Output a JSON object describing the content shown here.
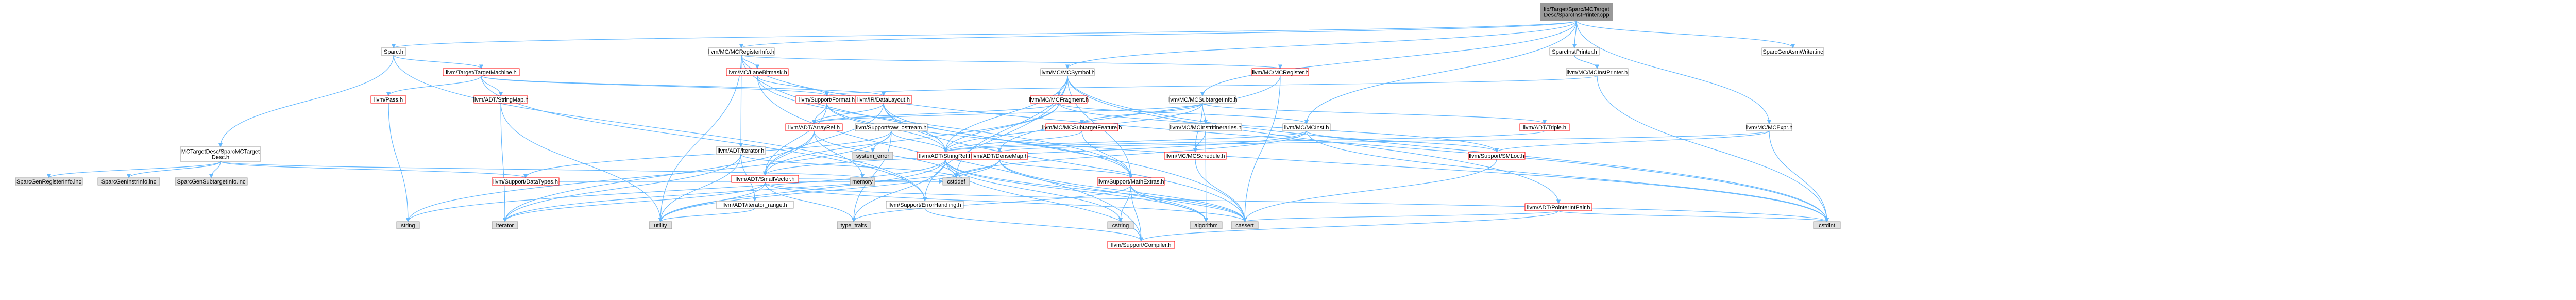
{
  "colors": {
    "edge": "#63b8ff",
    "node_border": "#999999",
    "node_fill": "#ffffff",
    "root_fill": "#999999",
    "system_fill": "#e0e0e0",
    "linked_text": "#000000",
    "incomplete_border": "#ff0000"
  },
  "root": {
    "id": "root",
    "label": "lib/Target/Sparc/MCTargetDesc/SparcInstPrinter.cpp"
  },
  "nodes": [
    {
      "id": "sparch",
      "label": "Sparc.h"
    },
    {
      "id": "mcreginfo",
      "label": "llvm/MC/MCRegisterInfo.h"
    },
    {
      "id": "sparcinstprinterh",
      "label": "SparcInstPrinter.h"
    },
    {
      "id": "sparcgenasmwriter",
      "label": "SparcGenAsmWriter.inc"
    },
    {
      "id": "targetmachine",
      "label": "llvm/Target/TargetMachine.h"
    },
    {
      "id": "lanebitmask",
      "label": "llvm/MC/LaneBitmask.h"
    },
    {
      "id": "mcsymbol",
      "label": "llvm/MC/MCSymbol.h"
    },
    {
      "id": "mcregister",
      "label": "llvm/MC/MCRegister.h"
    },
    {
      "id": "mcinstprinter",
      "label": "llvm/MC/MCInstPrinter.h"
    },
    {
      "id": "passh",
      "label": "llvm/Pass.h"
    },
    {
      "id": "stringmap",
      "label": "llvm/ADT/StringMap.h"
    },
    {
      "id": "supportformat",
      "label": "llvm/Support/Format.h"
    },
    {
      "id": "irdatalayout",
      "label": "llvm/IR/DataLayout.h"
    },
    {
      "id": "mcfragment",
      "label": "llvm/MC/MCFragment.h"
    },
    {
      "id": "mcsubtargetinfo",
      "label": "llvm/MC/MCSubtargetInfo.h"
    },
    {
      "id": "arrayref",
      "label": "llvm/ADT/ArrayRef.h"
    },
    {
      "id": "rawostream",
      "label": "llvm/Support/raw_ostream.h"
    },
    {
      "id": "mcsubtargetfeature",
      "label": "llvm/MC/MCSubtargetFeature.h"
    },
    {
      "id": "mcinstrltineraries",
      "label": "llvm/MC/MCInstrItineraries.h"
    },
    {
      "id": "mcinst",
      "label": "llvm/MC/MCInst.h"
    },
    {
      "id": "adttriple",
      "label": "llvm/ADT/Triple.h"
    },
    {
      "id": "mcexpr",
      "label": "llvm/MC/MCExpr.h"
    },
    {
      "id": "mctargetdesc",
      "label": "MCTargetDesc/SparcMCTarget\nDesc.h"
    },
    {
      "id": "adtiterator",
      "label": "llvm/ADT/iterator.h"
    },
    {
      "id": "systemerror",
      "label": "system_error"
    },
    {
      "id": "stringref",
      "label": "llvm/ADT/StringRef.h"
    },
    {
      "id": "densemap",
      "label": "llvm/ADT/DenseMap.h"
    },
    {
      "id": "mcschedule",
      "label": "llvm/MC/MCSchedule.h"
    },
    {
      "id": "smloc",
      "label": "llvm/Support/SMLoc.h"
    },
    {
      "id": "smallvector",
      "label": "llvm/ADT/SmallVector.h"
    },
    {
      "id": "iteratorrange",
      "label": "llvm/ADT/iterator_range.h"
    },
    {
      "id": "errorhandling",
      "label": "llvm/Support/ErrorHandling.h"
    },
    {
      "id": "memory",
      "label": "memory"
    },
    {
      "id": "cstddef",
      "label": "cstddef"
    },
    {
      "id": "mathextras",
      "label": "llvm/Support/MathExtras.h"
    },
    {
      "id": "pointerintpair",
      "label": "llvm/ADT/PointerIntPair.h"
    },
    {
      "id": "sparcgenreginfo",
      "label": "SparcGenRegisterInfo.inc"
    },
    {
      "id": "sparcgeninstrinfo",
      "label": "SparcGenInstrInfo.inc"
    },
    {
      "id": "sparcgensubtargetinfo",
      "label": "SparcGenSubtargetInfo.inc"
    },
    {
      "id": "datatypes",
      "label": "llvm/Support/DataTypes.h"
    },
    {
      "id": "string",
      "label": "string"
    },
    {
      "id": "iterator",
      "label": "iterator"
    },
    {
      "id": "utility",
      "label": "utility"
    },
    {
      "id": "typetraits",
      "label": "type_traits"
    },
    {
      "id": "cstring",
      "label": "cstring"
    },
    {
      "id": "compiler",
      "label": "llvm/Support/Compiler.h"
    },
    {
      "id": "algorithm",
      "label": "algorithm"
    },
    {
      "id": "cassert",
      "label": "cassert"
    },
    {
      "id": "cstdint",
      "label": "cstdint"
    }
  ]
}
